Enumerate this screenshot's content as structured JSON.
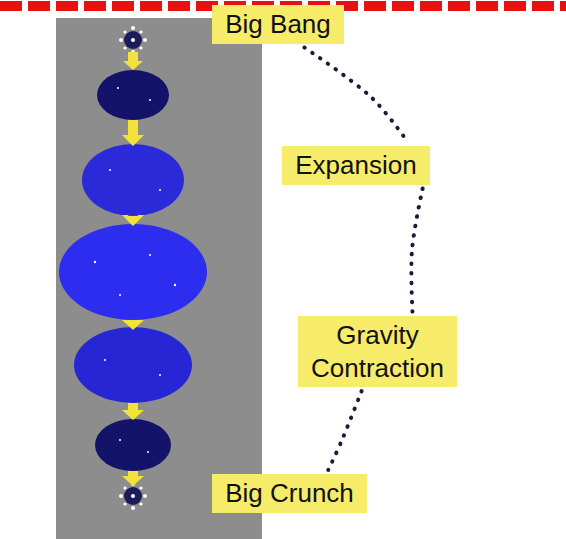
{
  "diagram": {
    "nodes": [
      {
        "text": [
          "Big Bang"
        ]
      },
      {
        "text": [
          "Expansion"
        ]
      },
      {
        "text": [
          "Gravity Contraction"
        ]
      },
      {
        "text": [
          "Big Crunch"
        ]
      }
    ],
    "edges": [
      {
        "from": 0,
        "to": 1,
        "arrow": "none"
      },
      {
        "from": 1,
        "to": 2,
        "arrow": "none"
      },
      {
        "from": 2,
        "to": 3,
        "arrow": "none"
      }
    ]
  }
}
